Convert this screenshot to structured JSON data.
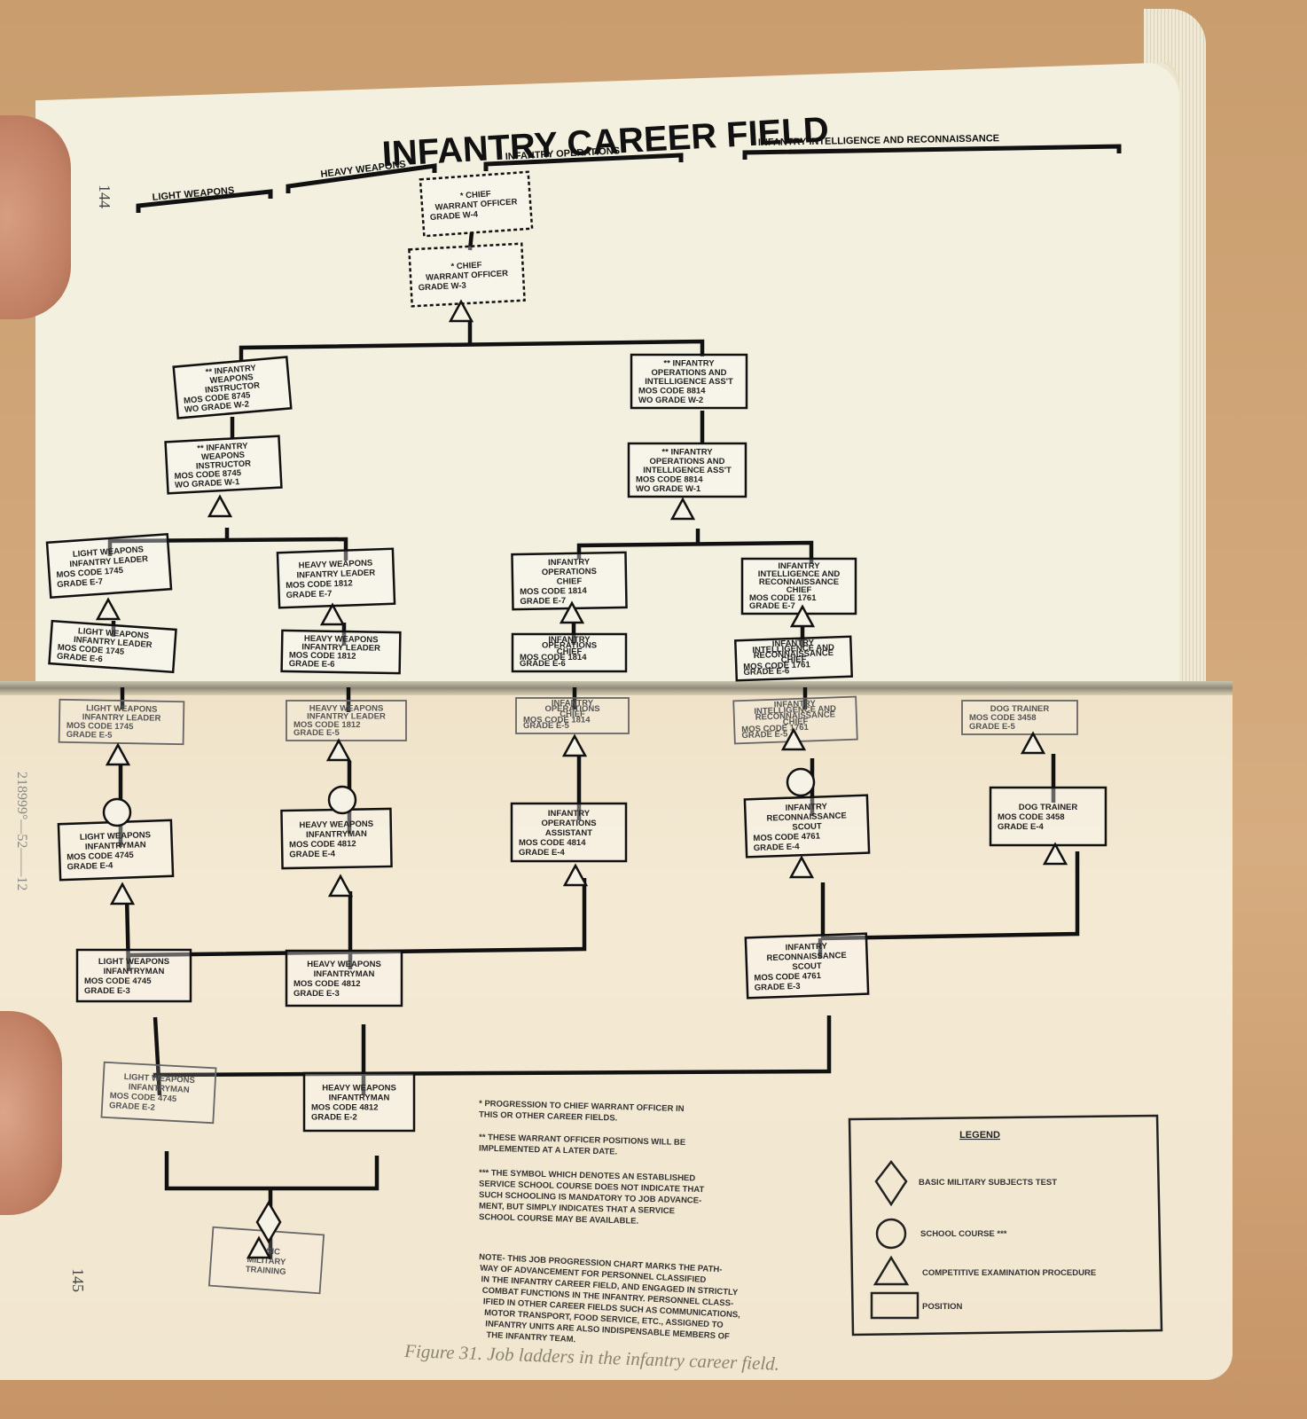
{
  "title": "INFANTRY CAREER FIELD",
  "sections": [
    "LIGHT WEAPONS",
    "HEAVY WEAPONS",
    "INFANTRY OPERATIONS",
    "INFANTRY INTELLIGENCE AND RECONNAISSANCE"
  ],
  "page_numbers": {
    "left": "144",
    "right": "145"
  },
  "side_text": "218999°—52——12",
  "boxes": {
    "cwo4": [
      "* CHIEF",
      "WARRANT OFFICER",
      "GRADE W-4"
    ],
    "cwo3": [
      "* CHIEF",
      "WARRANT OFFICER",
      "GRADE W-3"
    ],
    "wpn_w2": [
      "** INFANTRY",
      "WEAPONS",
      "INSTRUCTOR",
      "MOS CODE 8745",
      "WO GRADE W-2"
    ],
    "wpn_w1": [
      "** INFANTRY",
      "WEAPONS",
      "INSTRUCTOR",
      "MOS CODE 8745",
      "WO GRADE W-1"
    ],
    "ops_w2": [
      "** INFANTRY",
      "OPERATIONS AND",
      "INTELLIGENCE ASS'T",
      "MOS CODE 8814",
      "WO GRADE W-2"
    ],
    "ops_w1": [
      "** INFANTRY",
      "OPERATIONS AND",
      "INTELLIGENCE ASS'T",
      "MOS CODE 8814",
      "WO GRADE W-1"
    ],
    "lw_e7": [
      "LIGHT WEAPONS",
      "INFANTRY LEADER",
      "MOS CODE 1745",
      "GRADE E-7"
    ],
    "hw_e7": [
      "HEAVY WEAPONS",
      "INFANTRY LEADER",
      "MOS CODE 1812",
      "GRADE E-7"
    ],
    "io_e7": [
      "INFANTRY",
      "OPERATIONS",
      "CHIEF",
      "MOS CODE 1814",
      "GRADE E-7"
    ],
    "ii_e7": [
      "INFANTRY",
      "INTELLIGENCE AND",
      "RECONNAISSANCE",
      "CHIEF",
      "MOS CODE 1761",
      "GRADE E-7"
    ],
    "lw_e6": [
      "LIGHT WEAPONS",
      "INFANTRY LEADER",
      "MOS CODE 1745",
      "GRADE E-6"
    ],
    "hw_e6": [
      "HEAVY WEAPONS",
      "INFANTRY LEADER",
      "MOS CODE 1812",
      "GRADE E-6"
    ],
    "io_e6": [
      "INFANTRY",
      "OPERATIONS",
      "CHIEF",
      "MOS CODE 1814",
      "GRADE E-6"
    ],
    "ii_e6": [
      "INFANTRY",
      "INTELLIGENCE AND",
      "RECONNAISSANCE",
      "CHIEF",
      "MOS CODE 1761",
      "GRADE E-6"
    ],
    "lw_e5": [
      "LIGHT WEAPONS",
      "INFANTRY LEADER",
      "MOS CODE 1745",
      "GRADE E-5"
    ],
    "hw_e5": [
      "HEAVY WEAPONS",
      "INFANTRY LEADER",
      "MOS CODE 1812",
      "GRADE E-5"
    ],
    "io_e5": [
      "INFANTRY",
      "OPERATIONS",
      "CHIEF",
      "MOS CODE 1814",
      "GRADE E-5"
    ],
    "ii_e5": [
      "INFANTRY",
      "INTELLIGENCE AND",
      "RECONNAISSANCE",
      "CHIEF",
      "MOS CODE 1761",
      "GRADE E-5"
    ],
    "dog_e5": [
      "DOG TRAINER",
      "MOS CODE 3458",
      "GRADE E-5"
    ],
    "lw_e4": [
      "LIGHT WEAPONS",
      "INFANTRYMAN",
      "MOS CODE 4745",
      "GRADE E-4"
    ],
    "hw_e4": [
      "HEAVY WEAPONS",
      "INFANTRYMAN",
      "MOS CODE 4812",
      "GRADE E-4"
    ],
    "io_e4": [
      "INFANTRY",
      "OPERATIONS",
      "ASSISTANT",
      "MOS CODE 4814",
      "GRADE E-4"
    ],
    "rs_e4": [
      "INFANTRY",
      "RECONNAISSANCE",
      "SCOUT",
      "MOS CODE 4761",
      "GRADE E-4"
    ],
    "dog_e4": [
      "DOG TRAINER",
      "MOS CODE 3458",
      "GRADE E-4"
    ],
    "lw_e3": [
      "LIGHT WEAPONS",
      "INFANTRYMAN",
      "MOS CODE 4745",
      "GRADE E-3"
    ],
    "hw_e3": [
      "HEAVY WEAPONS",
      "INFANTRYMAN",
      "MOS CODE 4812",
      "GRADE E-3"
    ],
    "rs_e3": [
      "INFANTRY",
      "RECONNAISSANCE",
      "SCOUT",
      "MOS CODE 4761",
      "GRADE E-3"
    ],
    "lw_e2": [
      "LIGHT WEAPONS",
      "INFANTRYMAN",
      "MOS CODE 4745",
      "GRADE E-2"
    ],
    "hw_e2": [
      "HEAVY WEAPONS",
      "INFANTRYMAN",
      "MOS CODE 4812",
      "GRADE E-2"
    ],
    "bmt": [
      "BASIC",
      "MILITARY",
      "TRAINING"
    ]
  },
  "notes": [
    [
      "* PROGRESSION TO CHIEF WARRANT OFFICER IN",
      "THIS OR OTHER CAREER FIELDS."
    ],
    [
      "** THESE WARRANT OFFICER POSITIONS WILL BE",
      "IMPLEMENTED AT A LATER DATE."
    ],
    [
      "*** THE SYMBOL WHICH DENOTES AN ESTABLISHED",
      "SERVICE SCHOOL COURSE DOES NOT INDICATE THAT",
      "SUCH SCHOOLING IS MANDATORY TO JOB ADVANCE-",
      "MENT, BUT SIMPLY INDICATES THAT A SERVICE",
      "SCHOOL COURSE MAY BE AVAILABLE."
    ],
    [
      "NOTE- THIS JOB PROGRESSION CHART MARKS THE PATH-",
      "WAY OF ADVANCEMENT FOR PERSONNEL CLASSIFIED",
      "IN THE INFANTRY CAREER FIELD, AND ENGAGED IN STRICTLY",
      "COMBAT FUNCTIONS IN THE INFANTRY. PERSONNEL CLASS-",
      "IFIED IN OTHER CAREER FIELDS SUCH AS COMMUNICATIONS,",
      "MOTOR TRANSPORT, FOOD SERVICE, ETC., ASSIGNED TO",
      "INFANTRY UNITS ARE ALSO INDISPENSABLE MEMBERS OF",
      "THE INFANTRY TEAM."
    ]
  ],
  "legend": {
    "title": "LEGEND",
    "items": [
      "BASIC MILITARY SUBJECTS TEST",
      "SCHOOL COURSE ***",
      "COMPETITIVE EXAMINATION PROCEDURE",
      "POSITION"
    ]
  },
  "caption": "Figure 31. Job ladders in the infantry career field."
}
